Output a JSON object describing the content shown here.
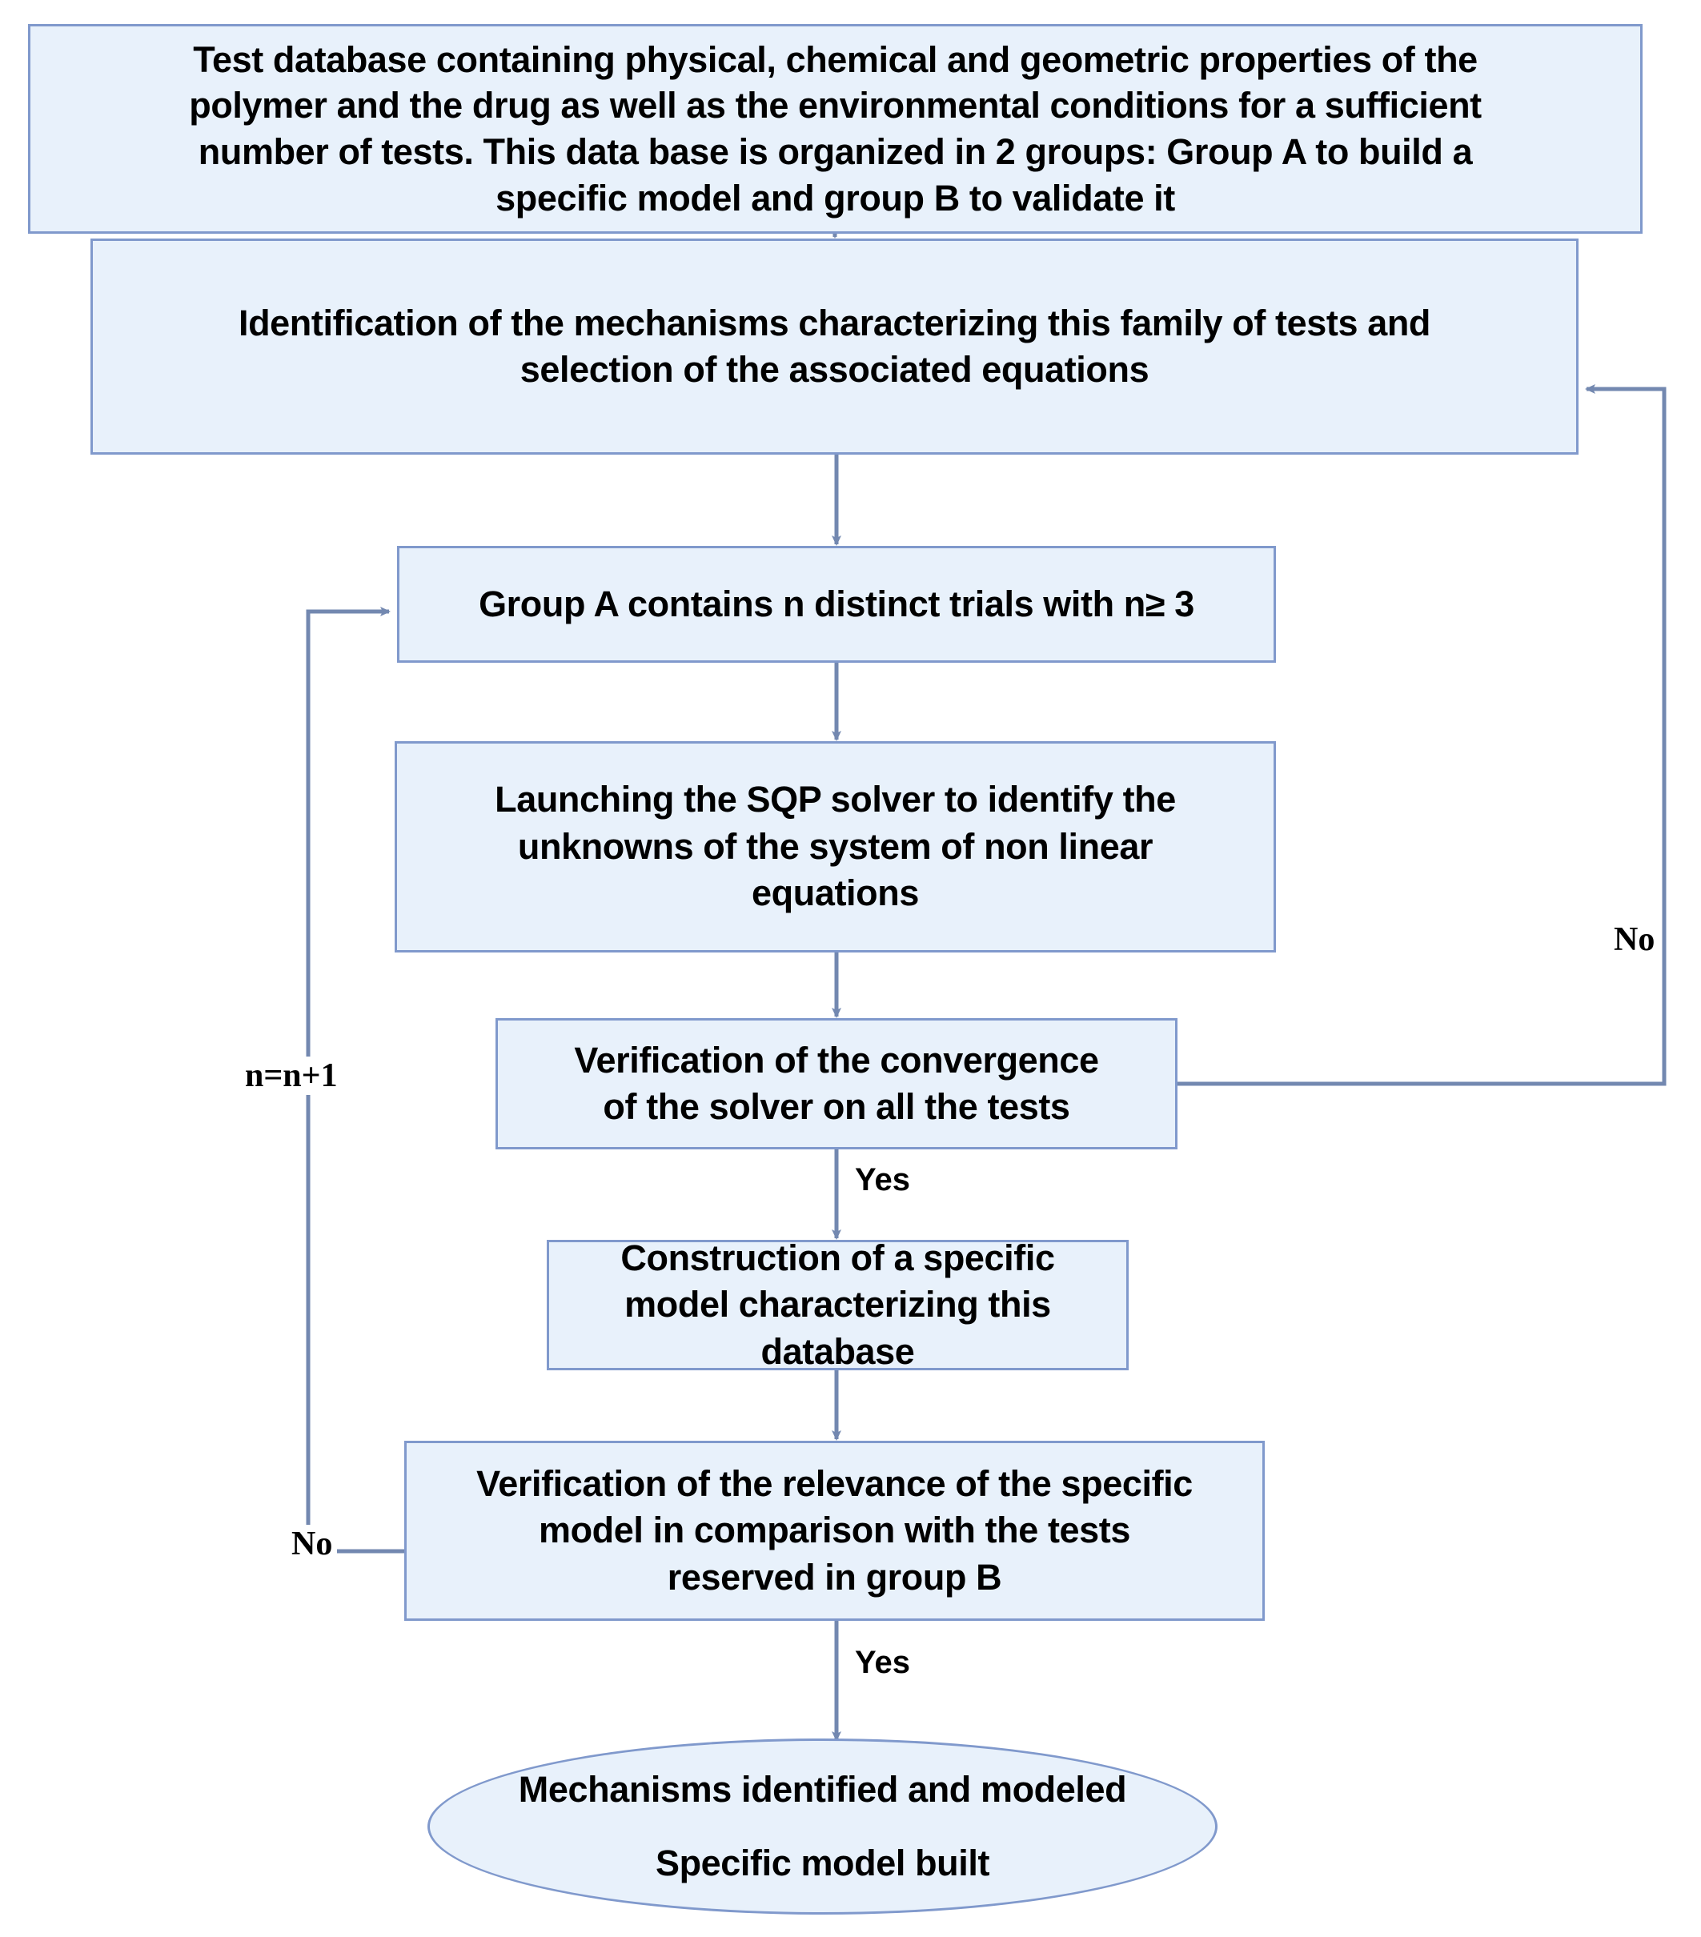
{
  "diagram": {
    "title": "Specific model identification flowchart",
    "palette": {
      "node_fill": "#e8f1fb",
      "node_border": "#8099cc",
      "connector": "#7388b0",
      "text": "#000000",
      "background": "#ffffff"
    },
    "nodes": [
      {
        "id": "n1",
        "shape": "rectangle",
        "lines": [
          "Test database containing physical, chemical and geometric properties of the",
          "polymer and the drug as well as the environmental conditions for a sufficient",
          "number of tests. This data base is organized in  2 groups: Group A to build a",
          "specific model and group B to validate it"
        ]
      },
      {
        "id": "n2",
        "shape": "rectangle",
        "lines": [
          "Identification of the mechanisms characterizing this family of tests and",
          "selection of the associated equations"
        ]
      },
      {
        "id": "n3",
        "shape": "rectangle",
        "lines": [
          "Group A contains n distinct trials with n≥ 3"
        ]
      },
      {
        "id": "n4",
        "shape": "rectangle",
        "lines": [
          "Launching the SQP solver to identify the",
          "unknowns of the system of non linear",
          "equations"
        ]
      },
      {
        "id": "n5",
        "shape": "rectangle",
        "lines": [
          "Verification of the convergence",
          "of the solver on all the tests"
        ]
      },
      {
        "id": "n6",
        "shape": "rectangle",
        "lines": [
          "Construction of a specific",
          "model characterizing this",
          "database"
        ]
      },
      {
        "id": "n7",
        "shape": "rectangle",
        "lines": [
          "Verification of the relevance of the specific",
          "model in comparison with the tests",
          "reserved in group B"
        ]
      },
      {
        "id": "n8",
        "shape": "ellipse",
        "lines": [
          "Mechanisms identified and modeled",
          "Specific model built"
        ]
      }
    ],
    "edge_labels": {
      "no_right": "No",
      "n_increment": "n=n+1",
      "no_left": "No",
      "yes_convergence": "Yes",
      "yes_relevance": "Yes"
    }
  }
}
